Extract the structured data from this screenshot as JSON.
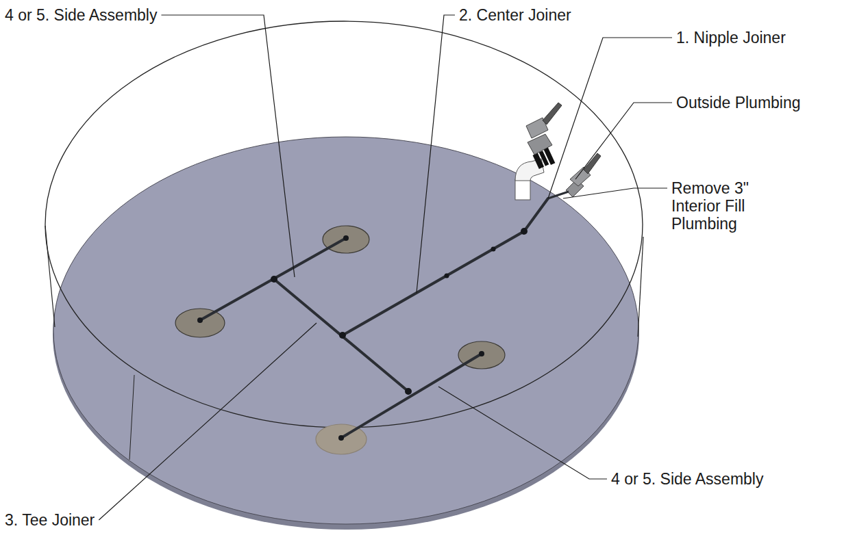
{
  "diagram": {
    "labels": [
      "4 or 5. Side Assembly",
      "2. Center Joiner",
      "1. Nipple Joiner",
      "Outside Plumbing",
      "Remove 3\" Interior Fill Plumbing",
      "4 or 5. Side Assembly",
      "3. Tee Joiner"
    ]
  }
}
